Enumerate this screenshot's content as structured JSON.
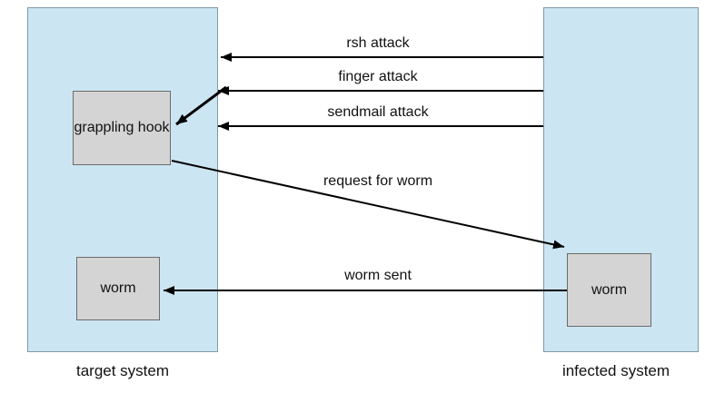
{
  "systems": {
    "target": {
      "label": "target system"
    },
    "infected": {
      "label": "infected system"
    }
  },
  "nodes": {
    "grappling_hook": "grappling hook",
    "target_worm": "worm",
    "infected_worm": "worm"
  },
  "arrows": {
    "rsh": "rsh attack",
    "finger": "finger attack",
    "sendmail": "sendmail attack",
    "request": "request for worm",
    "worm_sent": "worm sent"
  },
  "colors": {
    "system_fill": "#cce5f2",
    "node_fill": "#d4d4d4",
    "arrow": "#000000"
  }
}
